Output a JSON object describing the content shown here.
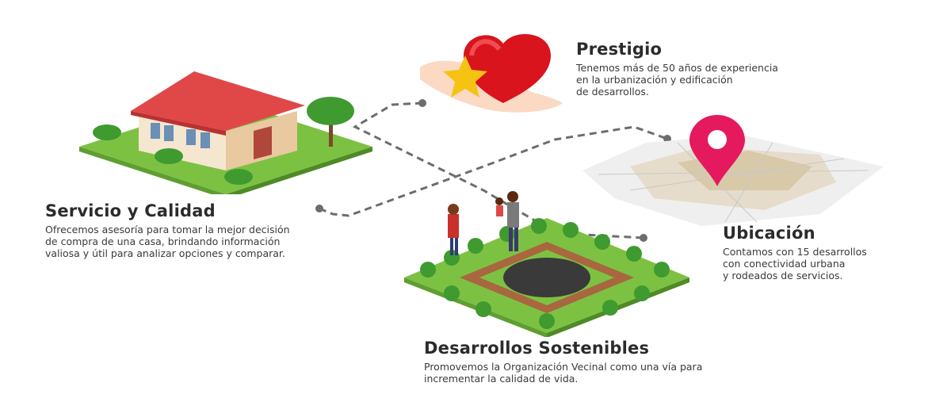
{
  "sections": {
    "prestigio": {
      "title": "Prestigio",
      "lines": [
        "Tenemos más de 50 años de experiencia",
        "en la urbanización y edificación",
        "de desarrollos."
      ]
    },
    "servicio": {
      "title": "Servicio y Calidad",
      "lines": [
        "Ofrecemos asesoría para tomar la mejor decisión",
        "de compra de una casa, brindando información",
        "valiosa y útil para analizar opciones y comparar."
      ]
    },
    "ubicacion": {
      "title": "Ubicación",
      "lines": [
        "Contamos con 15 desarrollos",
        "con conectividad urbana",
        "y rodeados de servicios."
      ]
    },
    "desarrollos": {
      "title": "Desarrollos Sostenibles",
      "lines": [
        "Promovemos la Organización Vecinal como una vía para",
        "incrementar la calidad de vida."
      ]
    }
  },
  "colors": {
    "connector": "#6d6d6d",
    "grass": "#7dc143",
    "roof": "#e04848",
    "heart": "#d9141c",
    "star": "#f6c313",
    "pin": "#e5195e",
    "tree": "#3f9a2f"
  }
}
